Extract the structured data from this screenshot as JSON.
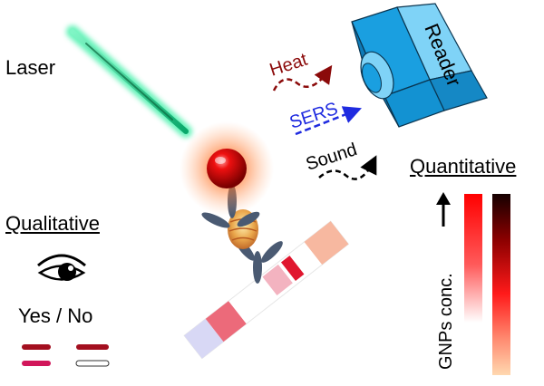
{
  "labels": {
    "laser": "Laser",
    "heat": "Heat",
    "sers": "SERS",
    "sound": "Sound",
    "reader": "Reader",
    "qualitative": "Qualitative",
    "yes_no": "Yes / No",
    "quantitative": "Quantitative",
    "gnps_conc": "GNPs conc."
  },
  "colors": {
    "laser": "#1fd98a",
    "heat": "#8b0a0a",
    "sers": "#1f2be0",
    "sound": "#000000",
    "reader": "#22a4e0",
    "nanoparticle": "#e00000",
    "glow": "#ff6a1a",
    "test_line": "#a30f1f",
    "control_line": "#d1165a"
  },
  "icons": {
    "eye": "eye-icon",
    "arrow": "up-arrow-icon"
  }
}
